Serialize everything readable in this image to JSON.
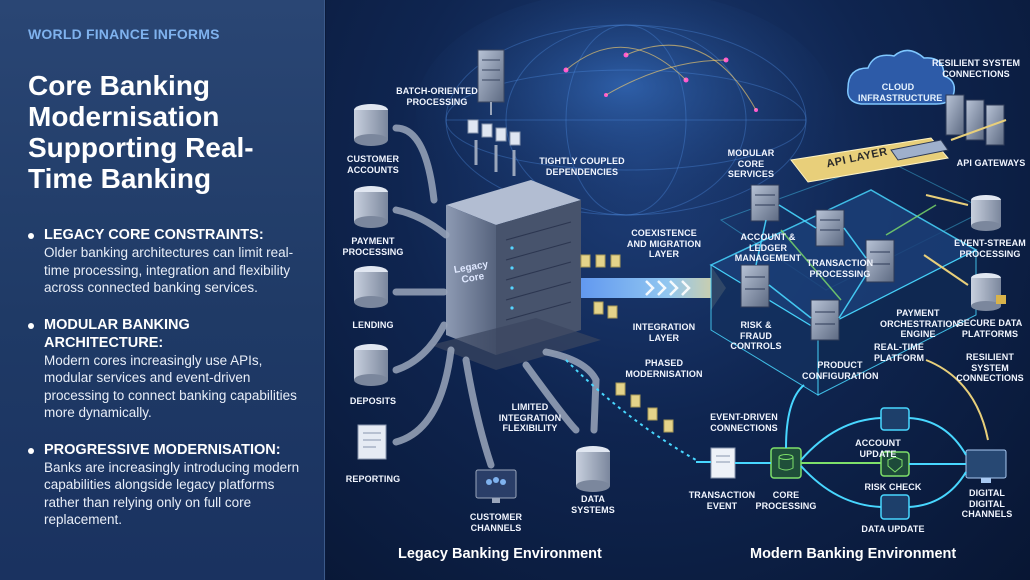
{
  "brand": "WORLD FINANCE INFORMS",
  "title": "Core Banking Modernisation Supporting Real-Time Banking",
  "points": [
    {
      "heading": "LEGACY CORE CONSTRAINTS:",
      "body": "Older banking architectures can limit real-time processing, integration and flexibility across connected banking services."
    },
    {
      "heading": "MODULAR BANKING ARCHITECTURE:",
      "body": "Modern cores increasingly use APIs, modular services and event-driven processing to connect banking capabilities more dynamically."
    },
    {
      "heading": "PROGRESSIVE MODERNISATION:",
      "body": "Banks are increasingly introducing modern capabilities alongside legacy platforms rather than relying only on full core replacement."
    }
  ],
  "diagram": {
    "legacy_env": "Legacy Banking Environment",
    "modern_env": "Modern Banking Environment",
    "legacy_core": "Legacy Core",
    "api_layer": "API LAYER",
    "labels": {
      "batch_processing": "BATCH-ORIENTED PROCESSING",
      "customer_accounts": "CUSTOMER ACCOUNTS",
      "tightly_coupled": "TIGHTLY COUPLED DEPENDENCIES",
      "payment_processing": "PAYMENT PROCESSING",
      "lending": "LENDING",
      "deposits": "DEPOSITS",
      "reporting": "REPORTING",
      "customer_channels": "CUSTOMER CHANNELS",
      "data_systems": "DATA SYSTEMS",
      "limited_integration": "LIMITED INTEGRATION FLEXIBILITY",
      "coexistence": "COEXISTENCE AND MIGRATION LAYER",
      "integration_layer": "INTEGRATION LAYER",
      "phased": "PHASED MODERNISATION",
      "cloud": "CLOUD INFRASTRUCTURE",
      "resilient_top": "RESILIENT SYSTEM CONNECTIONS",
      "api_gateways": "API GATEWAYS",
      "modular_core": "MODULAR CORE SERVICES",
      "account_ledger": "ACCOUNT & LEDGER MANAGEMENT",
      "transaction_processing": "TRANSACTION PROCESSING",
      "event_stream": "EVENT-STREAM PROCESSING",
      "payment_orchestration": "PAYMENT ORCHESTRATION ENGINE",
      "risk_fraud": "RISK & FRAUD CONTROLS",
      "real_time_platform": "REAL-TIME PLATFORM",
      "secure_data": "SECURE DATA PLATFORMS",
      "product_config": "PRODUCT CONFIGURATION",
      "resilient_bottom": "RESILIENT SYSTEM CONNECTIONS",
      "event_driven": "EVENT-DRIVEN CONNECTIONS",
      "account_update": "ACCOUNT UPDATE",
      "risk_check": "RISK CHECK",
      "transaction_event": "TRANSACTION EVENT",
      "core_processing": "CORE PROCESSING",
      "data_update": "DATA UPDATE",
      "digital_channels": "DIGITAL DIGITAL CHANNELS"
    },
    "colors": {
      "legacy_arrow": "#9aa6bb",
      "api_gold": "#e8cf7a",
      "neon_cyan": "#48d7ff",
      "neon_green": "#7ee06a",
      "panel": "#2a4674"
    }
  }
}
